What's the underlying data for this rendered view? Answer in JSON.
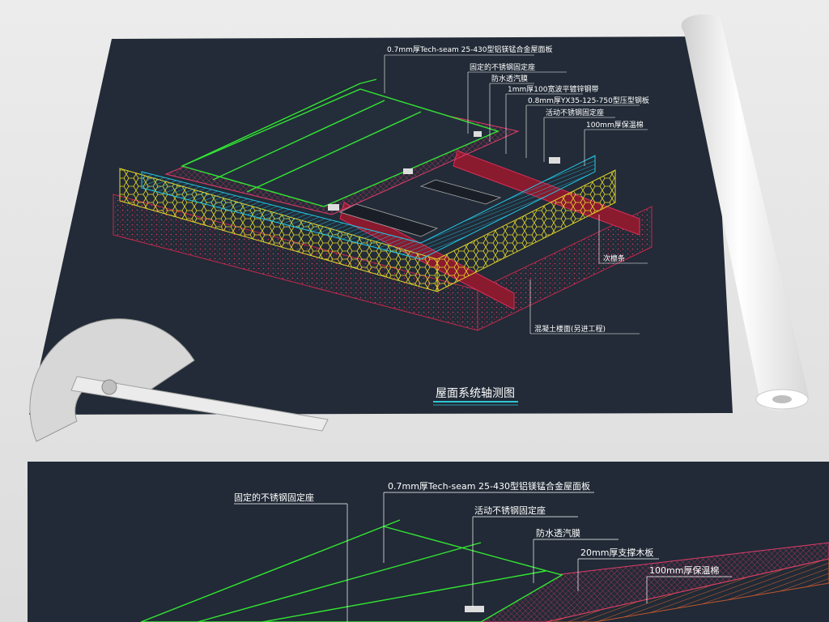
{
  "top_drawing": {
    "title": "屋面系统轴测图",
    "labels": [
      "0.7mm厚Tech-seam 25-430型铝镁锰合金屋面板",
      "固定的不锈钢固定座",
      "防水透汽膜",
      "1mm厚100宽波平镀锌钢带",
      "0.8mm厚YX35-125-750型压型钢板",
      "活动不锈钢固定座",
      "100mm厚保温棉",
      "次檩条",
      "混凝土楼面(另进工程)"
    ]
  },
  "bottom_drawing": {
    "labels": [
      "固定的不锈钢固定座",
      "0.7mm厚Tech-seam 25-430型铝镁锰合金屋面板",
      "活动不锈钢固定座",
      "防水透汽膜",
      "20mm厚支撑木板",
      "100mm厚保温棉"
    ]
  },
  "colors": {
    "sheet_bg": "#222b37",
    "roof_panel": "#33e633",
    "membrane": "#e23b6a",
    "steel_deck": "#22c8e6",
    "insulation": "#e6d829",
    "purlin": "#b81e3a",
    "concrete": "#c7284e",
    "wood_board": "#c5562f",
    "title_underline": "#2ec7d6"
  },
  "icons": [
    "protractor-ruler-icon",
    "paper-roll-icon"
  ]
}
